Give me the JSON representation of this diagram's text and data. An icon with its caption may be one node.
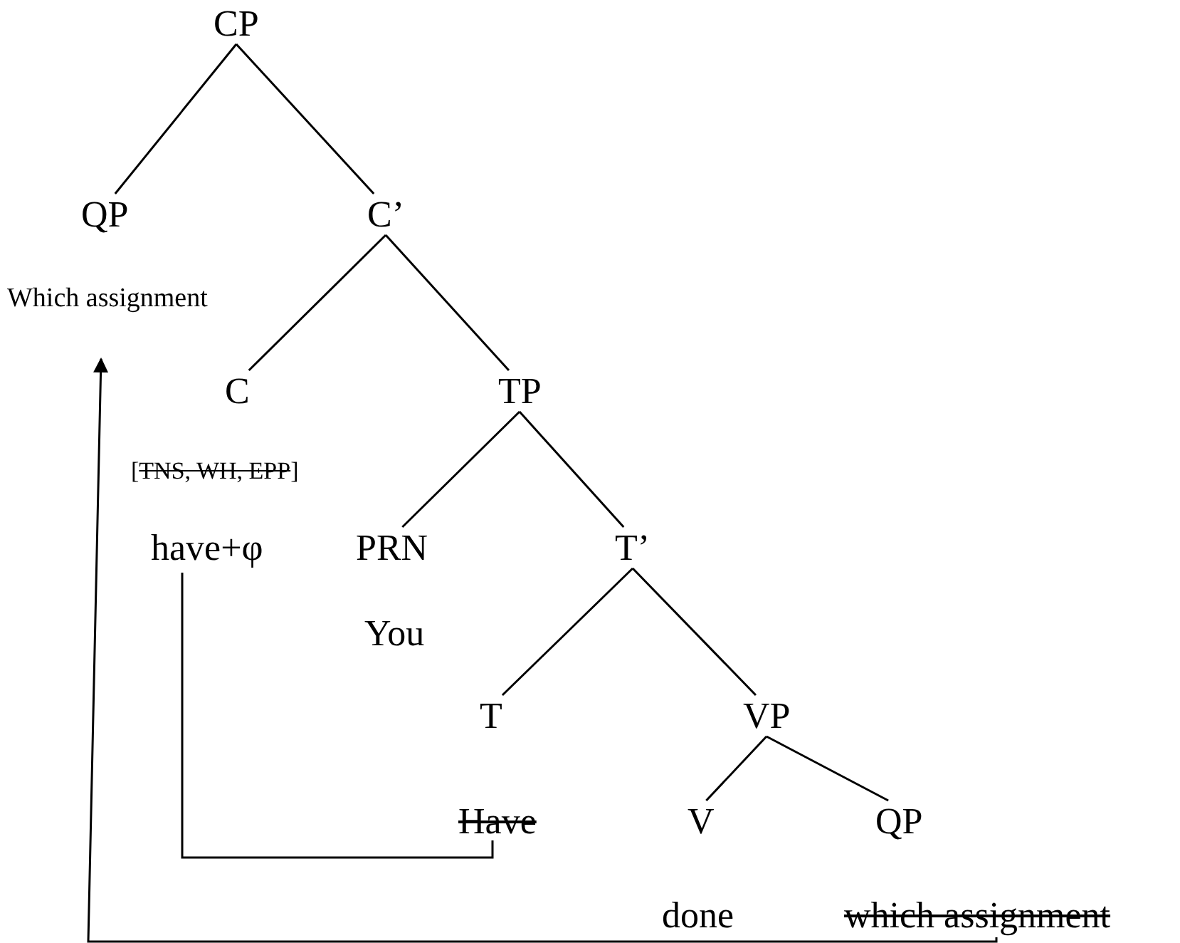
{
  "diagram": {
    "nodes": [
      {
        "text": [
          "CP"
        ]
      },
      {
        "text": [
          "QP"
        ]
      },
      {
        "text": [
          "C’"
        ]
      },
      {
        "text": [
          "C"
        ]
      },
      {
        "text": [
          "TP"
        ]
      },
      {
        "text": [
          "PRN"
        ]
      },
      {
        "text": [
          "T’"
        ]
      },
      {
        "text": [
          "T"
        ]
      },
      {
        "text": [
          "VP"
        ]
      },
      {
        "text": [
          "V"
        ]
      },
      {
        "text": [
          "QP"
        ]
      },
      {
        "text": [
          "Which assignment"
        ]
      },
      {
        "text": [
          "[TNS, WH, EPP]"
        ]
      },
      {
        "text": [
          "have+φ"
        ]
      },
      {
        "text": [
          "You"
        ]
      },
      {
        "text": [
          "Have"
        ]
      },
      {
        "text": [
          "done"
        ]
      },
      {
        "text": [
          "which assignment"
        ]
      }
    ],
    "edges": [
      {
        "from": 0,
        "to": 1,
        "arrow": "none"
      },
      {
        "from": 0,
        "to": 2,
        "arrow": "none"
      },
      {
        "from": 2,
        "to": 3,
        "arrow": "none"
      },
      {
        "from": 2,
        "to": 4,
        "arrow": "none"
      },
      {
        "from": 4,
        "to": 5,
        "arrow": "none"
      },
      {
        "from": 4,
        "to": 6,
        "arrow": "none"
      },
      {
        "from": 6,
        "to": 7,
        "arrow": "none"
      },
      {
        "from": 6,
        "to": 8,
        "arrow": "none"
      },
      {
        "from": 8,
        "to": 9,
        "arrow": "none"
      },
      {
        "from": 8,
        "to": 10,
        "arrow": "none"
      },
      {
        "from": 17,
        "to": 11,
        "arrow": "to"
      },
      {
        "from": 15,
        "to": 13,
        "arrow": "none"
      }
    ]
  }
}
